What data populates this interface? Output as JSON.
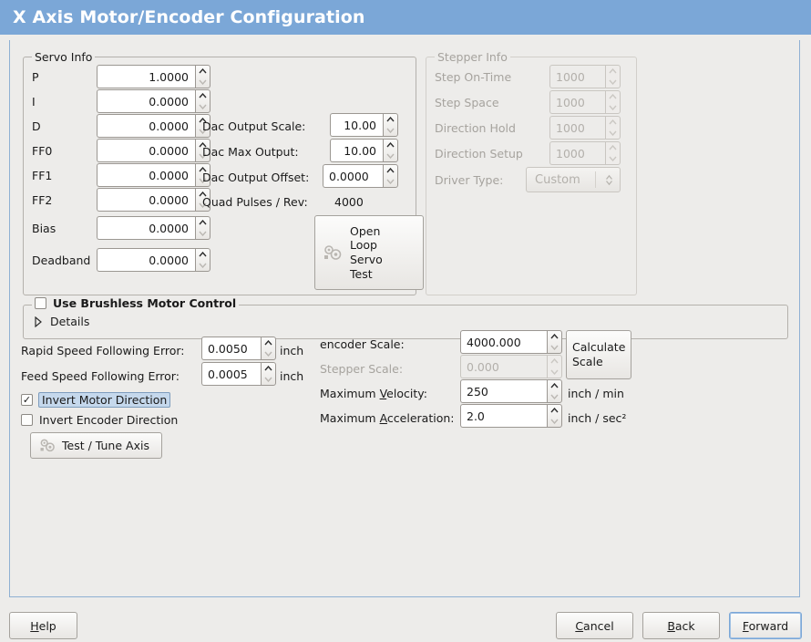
{
  "window": {
    "title": "X Axis Motor/Encoder Configuration",
    "header_color": "#7ba7d7",
    "background_color": "#edecea"
  },
  "servo_info": {
    "frame_title": "Servo Info",
    "rows": [
      {
        "label": "P",
        "value": "1.0000"
      },
      {
        "label": "I",
        "value": "0.0000"
      },
      {
        "label": "D",
        "value": "0.0000"
      },
      {
        "label": "FF0",
        "value": "0.0000"
      },
      {
        "label": "FF1",
        "value": "0.0000"
      },
      {
        "label": "FF2",
        "value": "0.0000"
      },
      {
        "label": "Bias",
        "value": "0.0000"
      },
      {
        "label": "Deadband",
        "value": "0.0000"
      }
    ],
    "dac": [
      {
        "label": "Dac Output Scale:",
        "value": "10.00"
      },
      {
        "label": "Dac Max Output:",
        "value": "10.00"
      },
      {
        "label": "Dac Output Offset:",
        "value": "0.0000"
      }
    ],
    "quad_pulses_label": "Quad Pulses / Rev:",
    "quad_pulses_value": "4000",
    "open_loop_test_button": {
      "icon": "gears-icon",
      "lines": [
        "Open",
        "Loop",
        "Servo",
        "Test"
      ]
    }
  },
  "stepper_info": {
    "frame_title": "Stepper Info",
    "enabled": false,
    "rows": [
      {
        "label": "Step On-Time",
        "value": "1000"
      },
      {
        "label": "Step Space",
        "value": "1000"
      },
      {
        "label": "Direction Hold",
        "value": "1000"
      },
      {
        "label": "Direction Setup",
        "value": "1000"
      }
    ],
    "driver_type_label": "Driver Type:",
    "driver_type_value": "Custom"
  },
  "brushless": {
    "checkbox_label": "Use Brushless Motor Control",
    "checked": false,
    "details_label": "Details",
    "details_expanded": false
  },
  "tuning": {
    "rapid_error_label": "Rapid Speed Following Error:",
    "rapid_error_value": "0.0050",
    "rapid_error_unit": "inch",
    "feed_error_label": "Feed Speed Following Error:",
    "feed_error_value": "0.0005",
    "feed_error_unit": "inch",
    "invert_motor_label": "Invert Motor Direction",
    "invert_motor_checked": true,
    "invert_encoder_label": "Invert Encoder Direction",
    "invert_encoder_checked": false,
    "test_tune_button": "Test / Tune Axis"
  },
  "scales": {
    "encoder_scale_label": "encoder Scale:",
    "encoder_scale_value": "4000.000",
    "stepper_scale_label": "Stepper Scale:",
    "stepper_scale_value": "0.000",
    "stepper_scale_enabled": false,
    "calculate_button_lines": [
      "Calculate",
      "Scale"
    ],
    "max_velocity_label_pre": "Maximum ",
    "max_velocity_label_key": "V",
    "max_velocity_label_post": "elocity:",
    "max_velocity_value": "250",
    "max_velocity_unit": "inch / min",
    "max_accel_label_pre": "Maximum ",
    "max_accel_label_key": "A",
    "max_accel_label_post": "cceleration:",
    "max_accel_value": "2.0",
    "max_accel_unit": "inch / sec²"
  },
  "footer": {
    "help_pre": "",
    "help_key": "H",
    "help_post": "elp",
    "cancel_pre": "",
    "cancel_key": "C",
    "cancel_post": "ancel",
    "back_pre": "",
    "back_key": "B",
    "back_post": "ack",
    "forward_pre": "",
    "forward_key": "F",
    "forward_post": "orward",
    "focused_button": "Forward"
  }
}
